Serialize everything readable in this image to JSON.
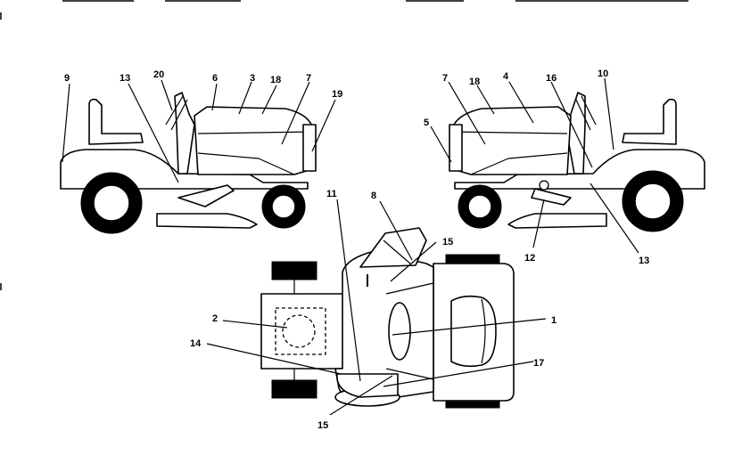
{
  "labels": {
    "left": {
      "n9": "9",
      "n13": "13",
      "n20": "20",
      "n6": "6",
      "n3": "3",
      "n18": "18",
      "n7": "7",
      "n19": "19"
    },
    "right": {
      "n7": "7",
      "n18": "18",
      "n4": "4",
      "n16": "16",
      "n10": "10",
      "n5": "5",
      "n12": "12",
      "n13": "13"
    },
    "top": {
      "n11": "11",
      "n8": "8",
      "n15a": "15",
      "n2": "2",
      "n1": "1",
      "n14": "14",
      "n17": "17",
      "n15b": "15"
    }
  }
}
